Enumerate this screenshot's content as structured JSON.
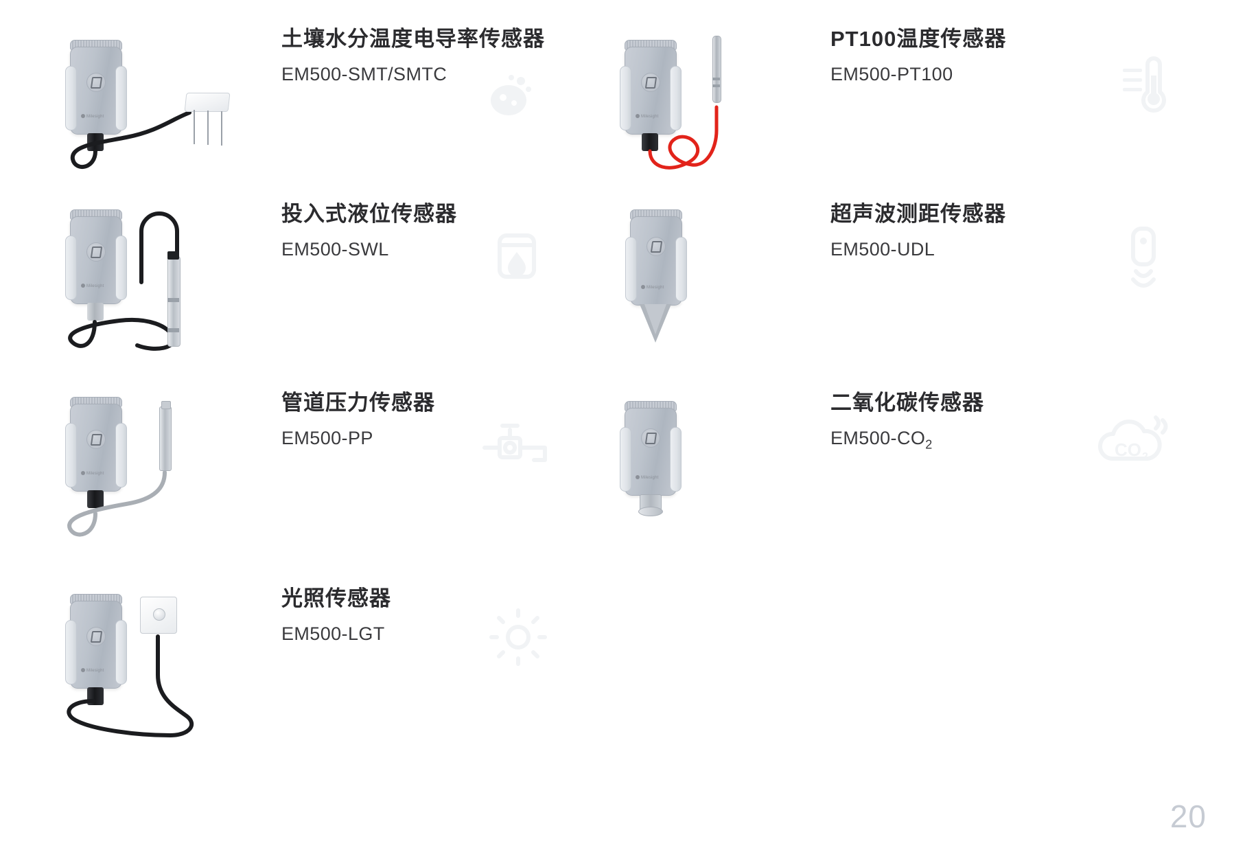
{
  "document": {
    "page_number": "20"
  },
  "products": [
    {
      "id": "em500-smt",
      "title": "土壤水分温度电导率传感器",
      "model": "EM500-SMT/SMTC",
      "watermark_icon": "soil-moisture-icon",
      "device_icon": "soil-moisture-sensor-illustration",
      "brand": "Milesight",
      "column": "left",
      "row": 1
    },
    {
      "id": "em500-pt100",
      "title": "PT100温度传感器",
      "model": "EM500-PT100",
      "watermark_icon": "thermometer-icon",
      "device_icon": "pt100-temperature-sensor-illustration",
      "brand": "Milesight",
      "column": "right",
      "row": 1
    },
    {
      "id": "em500-swl",
      "title": "投入式液位传感器",
      "model": "EM500-SWL",
      "watermark_icon": "water-tank-level-icon",
      "device_icon": "submersible-level-sensor-illustration",
      "brand": "Milesight",
      "column": "left",
      "row": 2
    },
    {
      "id": "em500-udl",
      "title": "超声波测距传感器",
      "model": "EM500-UDL",
      "watermark_icon": "ultrasonic-distance-icon",
      "device_icon": "ultrasonic-distance-sensor-illustration",
      "brand": "Milesight",
      "column": "right",
      "row": 2
    },
    {
      "id": "em500-pp",
      "title": "管道压力传感器",
      "model": "EM500-PP",
      "watermark_icon": "pipe-pressure-icon",
      "device_icon": "pipe-pressure-sensor-illustration",
      "brand": "Milesight",
      "column": "left",
      "row": 3
    },
    {
      "id": "em500-co2",
      "title": "二氧化碳传感器",
      "model_prefix": "EM500-CO",
      "model_sub": "2",
      "model": "EM500-CO2",
      "watermark_icon": "co2-cloud-icon",
      "device_icon": "co2-sensor-illustration",
      "brand": "Milesight",
      "column": "right",
      "row": 3
    },
    {
      "id": "em500-lgt",
      "title": "光照传感器",
      "model": "EM500-LGT",
      "watermark_icon": "sun-light-icon",
      "device_icon": "light-sensor-illustration",
      "brand": "Milesight",
      "column": "left",
      "row": 4
    }
  ],
  "colors": {
    "title_text": "#2b2b2e",
    "model_text": "#3a3a3d",
    "watermark": "#f1f3f5",
    "page_number": "#c6cbd3",
    "background": "#ffffff",
    "cable_black": "#1b1c1f",
    "cable_red": "#e2231a",
    "cable_gray": "#a9aeb4"
  }
}
